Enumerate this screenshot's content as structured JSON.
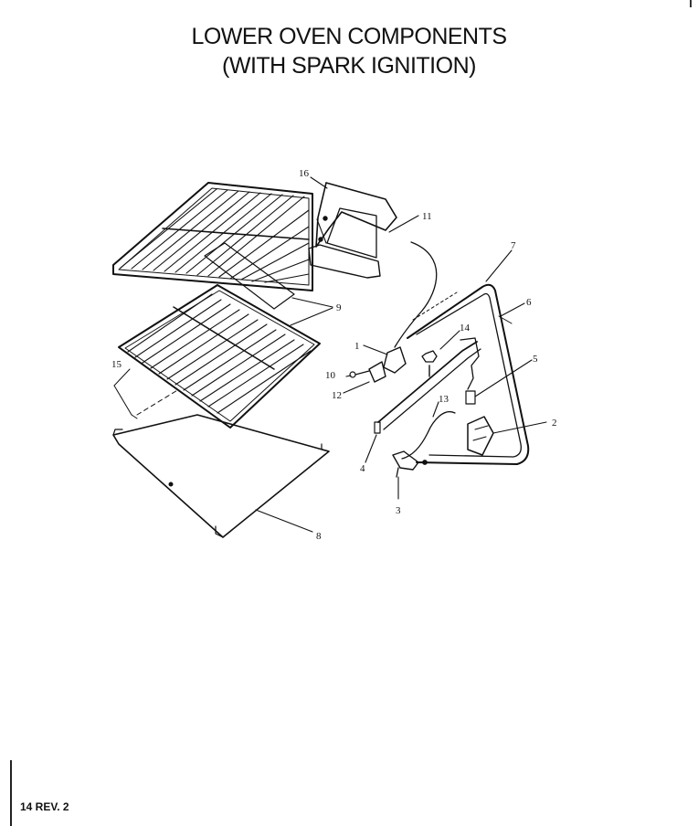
{
  "title": {
    "line1": "LOWER OVEN COMPONENTS",
    "line2": "(WITH SPARK IGNITION)"
  },
  "callouts": [
    {
      "id": "c16",
      "label": "16"
    },
    {
      "id": "c11",
      "label": "11"
    },
    {
      "id": "c7",
      "label": "7"
    },
    {
      "id": "c6",
      "label": "6"
    },
    {
      "id": "c9",
      "label": "9"
    },
    {
      "id": "c14",
      "label": "14"
    },
    {
      "id": "c1",
      "label": "1"
    },
    {
      "id": "c5",
      "label": "5"
    },
    {
      "id": "c15",
      "label": "15"
    },
    {
      "id": "c10",
      "label": "10"
    },
    {
      "id": "c12",
      "label": "12"
    },
    {
      "id": "c13",
      "label": "13"
    },
    {
      "id": "c2",
      "label": "2"
    },
    {
      "id": "c4",
      "label": "4"
    },
    {
      "id": "c3",
      "label": "3"
    },
    {
      "id": "c8",
      "label": "8"
    }
  ],
  "footer": {
    "page_ref": "14 REV. 2"
  },
  "colors": {
    "ink": "#111111",
    "paper": "#ffffff"
  }
}
